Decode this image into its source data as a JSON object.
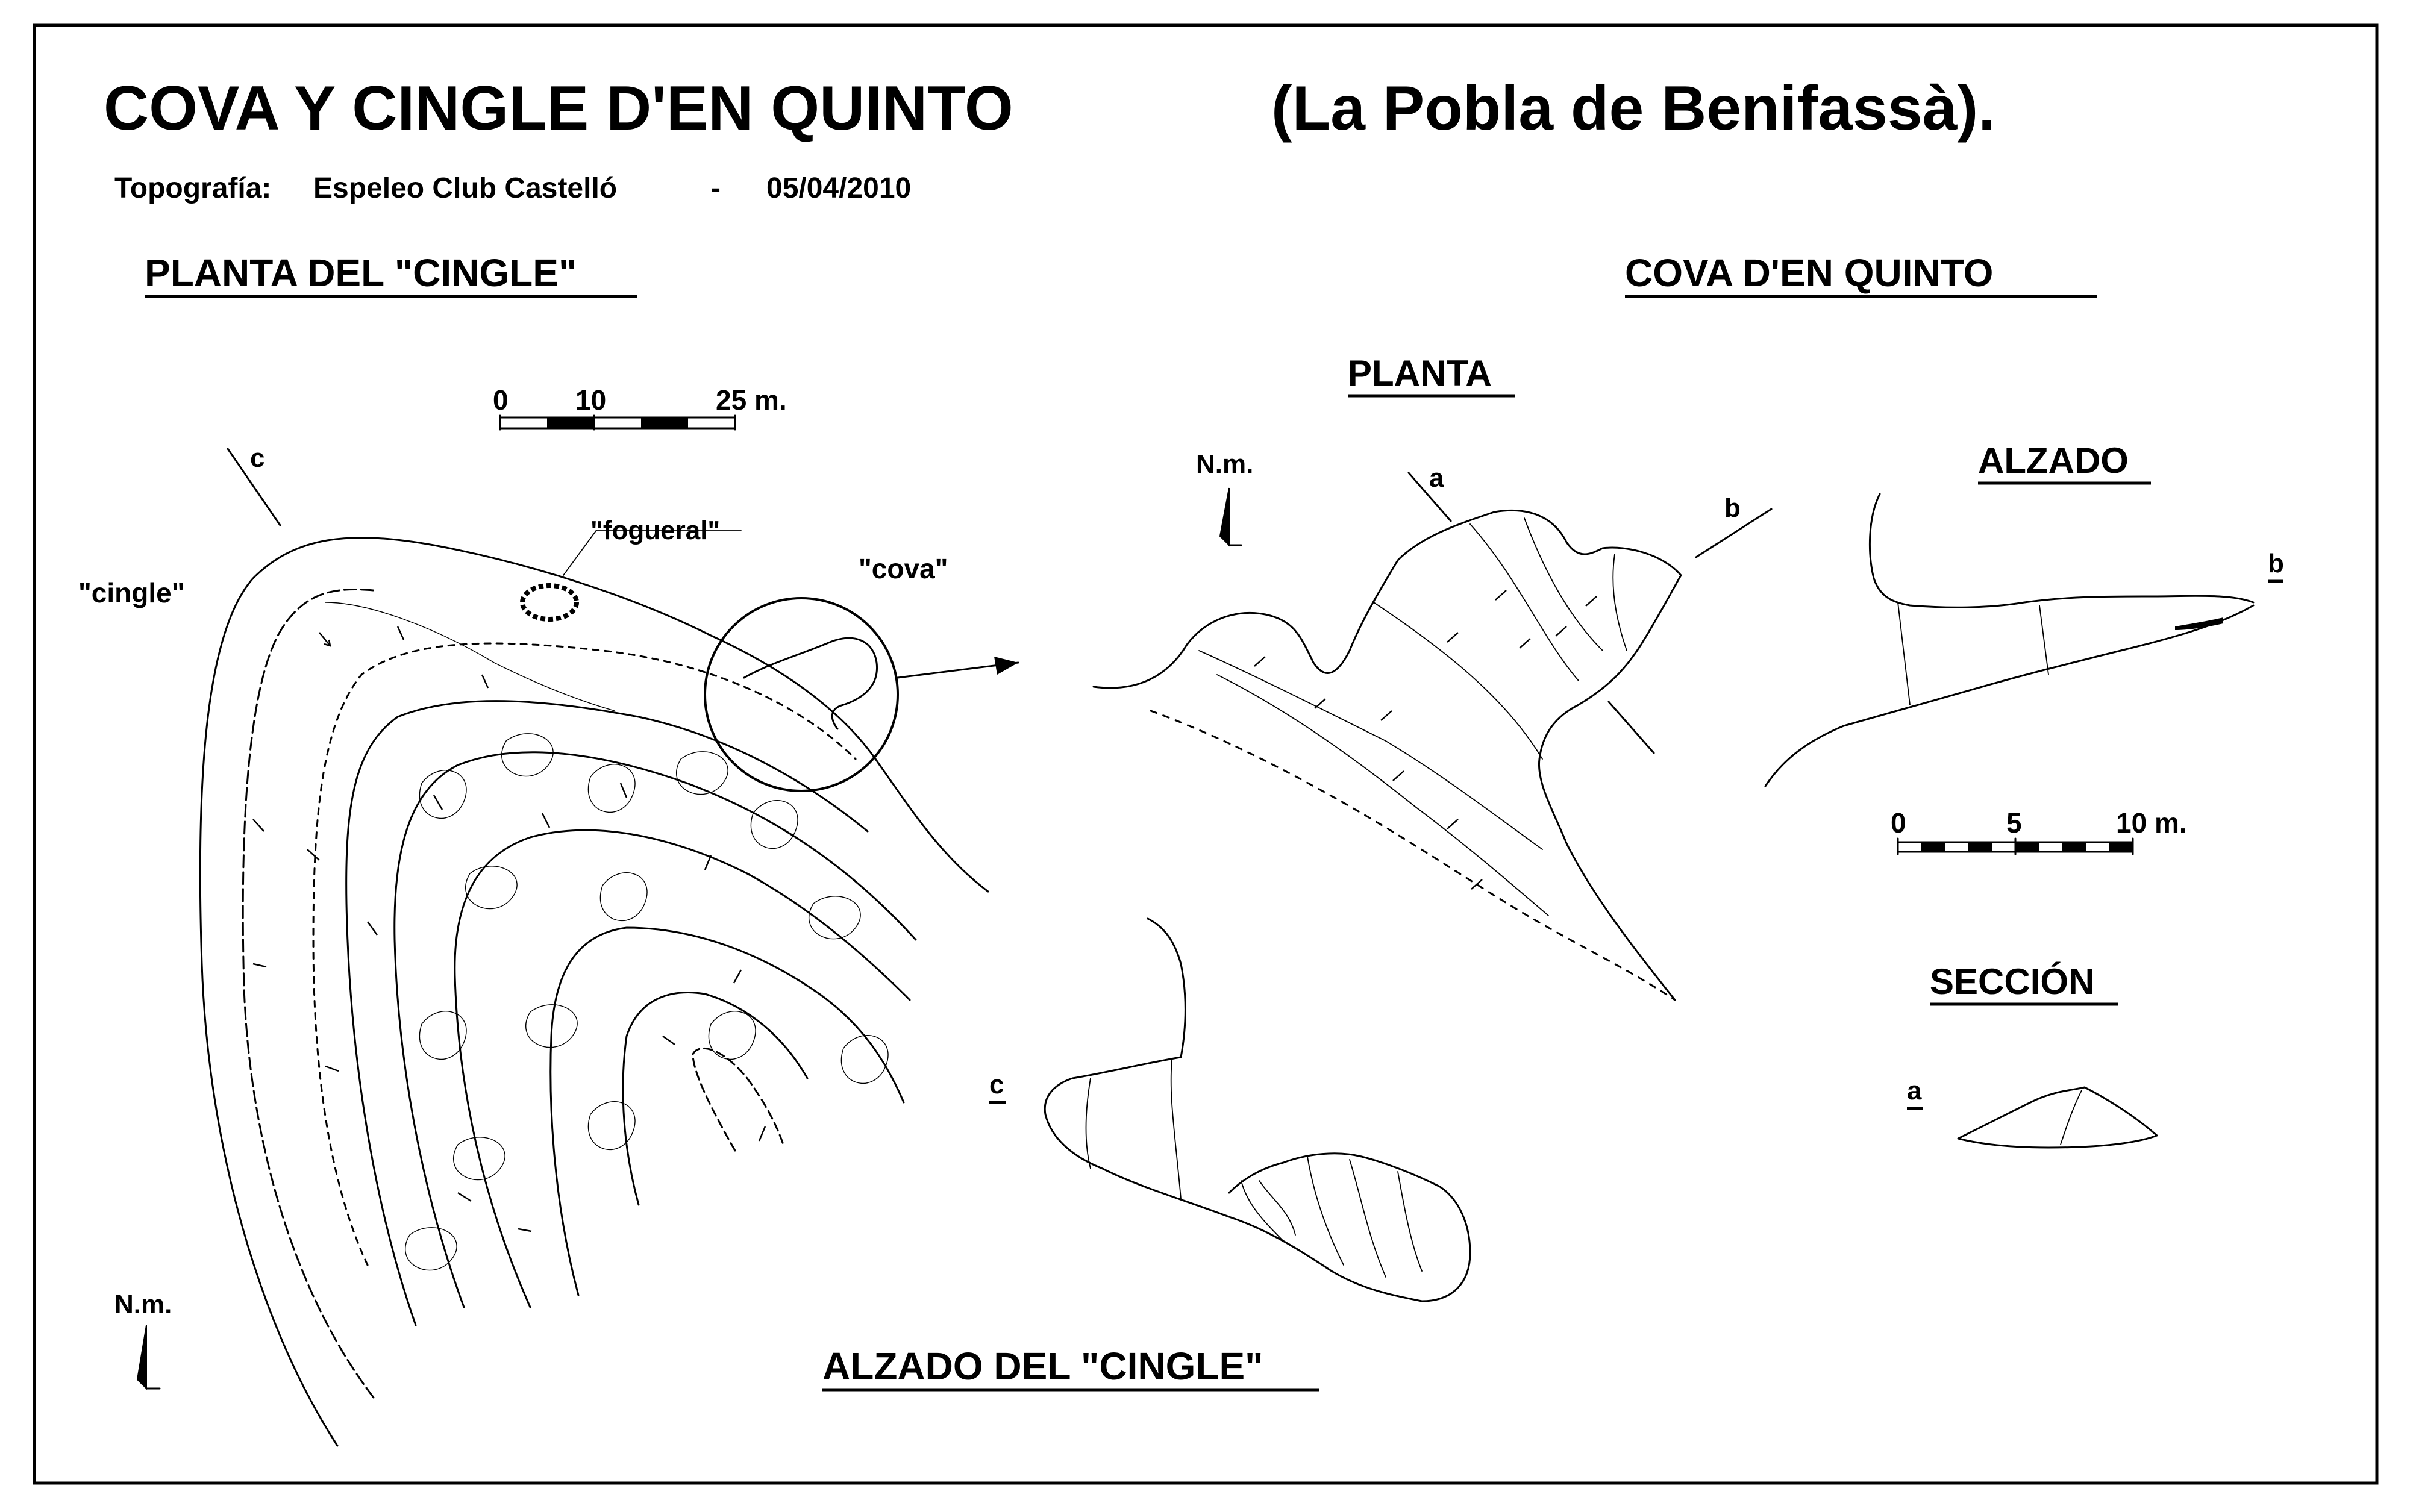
{
  "title": "COVA  Y  CINGLE  D'EN  QUINTO",
  "location": "(La  Pobla  de  Benifassà).",
  "credits": {
    "label": "Topografía:",
    "author": "Espeleo Club Castelló",
    "separator": "-",
    "date": "05/04/2010"
  },
  "cingle_plan": {
    "heading": "PLANTA  DEL  \"CINGLE\"",
    "scale": {
      "labels": [
        "0",
        "10",
        "25 m."
      ]
    },
    "labels": {
      "cingle": "\"cingle\"",
      "fogueral": "\"fogueral\"",
      "cova": "\"cova\"",
      "c": "c"
    },
    "north": "N.m."
  },
  "cave": {
    "heading": "COVA  D'EN  QUINTO",
    "plan": {
      "heading": "PLANTA",
      "north": "N.m.",
      "labels": {
        "a": "a",
        "b": "b"
      }
    },
    "elevation": {
      "heading": "ALZADO",
      "label_b": "b",
      "scale": {
        "labels": [
          "0",
          "5",
          "10 m."
        ]
      }
    },
    "section": {
      "heading": "SECCIÓN",
      "label_a": "a"
    }
  },
  "cingle_elevation": {
    "heading": "ALZADO  DEL  \"CINGLE\"",
    "label_c": "c"
  }
}
